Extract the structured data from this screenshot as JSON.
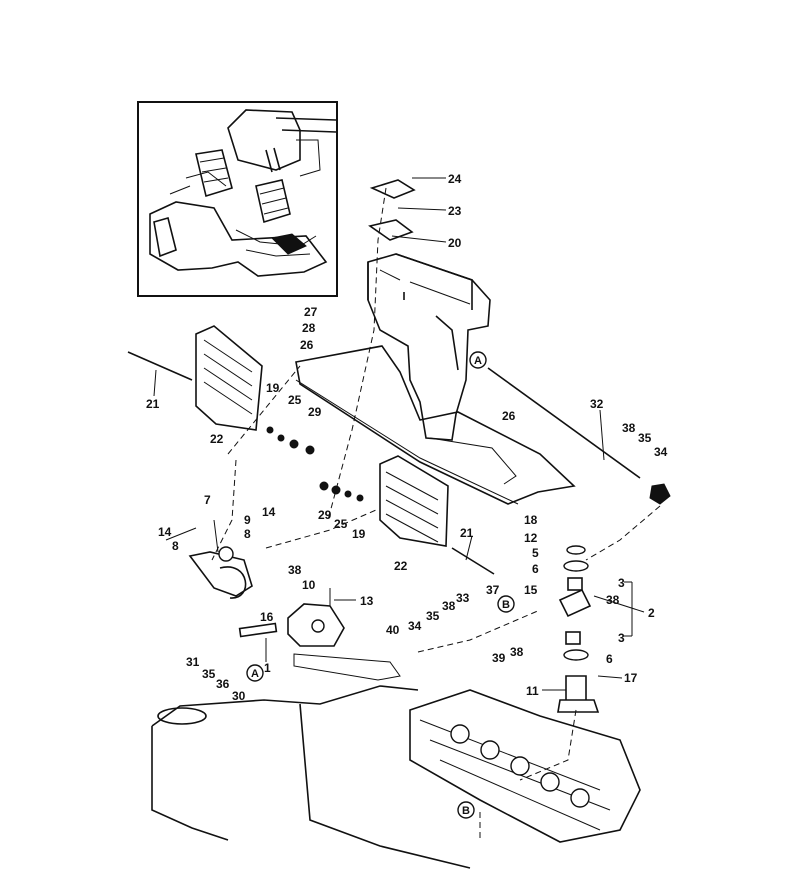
{
  "callouts": [
    {
      "key": "p24",
      "text": "24"
    },
    {
      "key": "p23",
      "text": "23"
    },
    {
      "key": "p20",
      "text": "20"
    },
    {
      "key": "p27",
      "text": "27"
    },
    {
      "key": "p28",
      "text": "28"
    },
    {
      "key": "p26a",
      "text": "26"
    },
    {
      "key": "p26b",
      "text": "26"
    },
    {
      "key": "p21a",
      "text": "21"
    },
    {
      "key": "p21b",
      "text": "21"
    },
    {
      "key": "p19a",
      "text": "19"
    },
    {
      "key": "p19b",
      "text": "19"
    },
    {
      "key": "p25a",
      "text": "25"
    },
    {
      "key": "p25b",
      "text": "25"
    },
    {
      "key": "p29a",
      "text": "29"
    },
    {
      "key": "p29b",
      "text": "29"
    },
    {
      "key": "p22a",
      "text": "22"
    },
    {
      "key": "p22b",
      "text": "22"
    },
    {
      "key": "p32",
      "text": "32"
    },
    {
      "key": "p38a",
      "text": "38"
    },
    {
      "key": "p35a",
      "text": "35"
    },
    {
      "key": "p34a",
      "text": "34"
    },
    {
      "key": "p7",
      "text": "7"
    },
    {
      "key": "p14a",
      "text": "14"
    },
    {
      "key": "p14b",
      "text": "14"
    },
    {
      "key": "p8a",
      "text": "8"
    },
    {
      "key": "p8b",
      "text": "8"
    },
    {
      "key": "p38b",
      "text": "38"
    },
    {
      "key": "p16",
      "text": "16"
    },
    {
      "key": "p10",
      "text": "10"
    },
    {
      "key": "p13",
      "text": "13"
    },
    {
      "key": "p1",
      "text": "1"
    },
    {
      "key": "p31",
      "text": "31"
    },
    {
      "key": "p35b",
      "text": "35"
    },
    {
      "key": "p36",
      "text": "36"
    },
    {
      "key": "p30",
      "text": "30"
    },
    {
      "key": "p9",
      "text": "9"
    },
    {
      "key": "p18",
      "text": "18"
    },
    {
      "key": "p12",
      "text": "12"
    },
    {
      "key": "p5",
      "text": "5"
    },
    {
      "key": "p6a",
      "text": "6"
    },
    {
      "key": "p3a",
      "text": "3"
    },
    {
      "key": "p3b",
      "text": "3"
    },
    {
      "key": "p2",
      "text": "2"
    },
    {
      "key": "p38c",
      "text": "38"
    },
    {
      "key": "p15",
      "text": "15"
    },
    {
      "key": "p37",
      "text": "37"
    },
    {
      "key": "p33",
      "text": "33"
    },
    {
      "key": "p38d",
      "text": "38"
    },
    {
      "key": "p35c",
      "text": "35"
    },
    {
      "key": "p34b",
      "text": "34"
    },
    {
      "key": "p40",
      "text": "40"
    },
    {
      "key": "p39",
      "text": "39"
    },
    {
      "key": "p38e",
      "text": "38"
    },
    {
      "key": "p6b",
      "text": "6"
    },
    {
      "key": "p11",
      "text": "11"
    },
    {
      "key": "p17",
      "text": "17"
    }
  ],
  "markers": [
    {
      "key": "mA1",
      "text": "A"
    },
    {
      "key": "mA2",
      "text": "A"
    },
    {
      "key": "mB1",
      "text": "B"
    },
    {
      "key": "mB2",
      "text": "B"
    }
  ]
}
